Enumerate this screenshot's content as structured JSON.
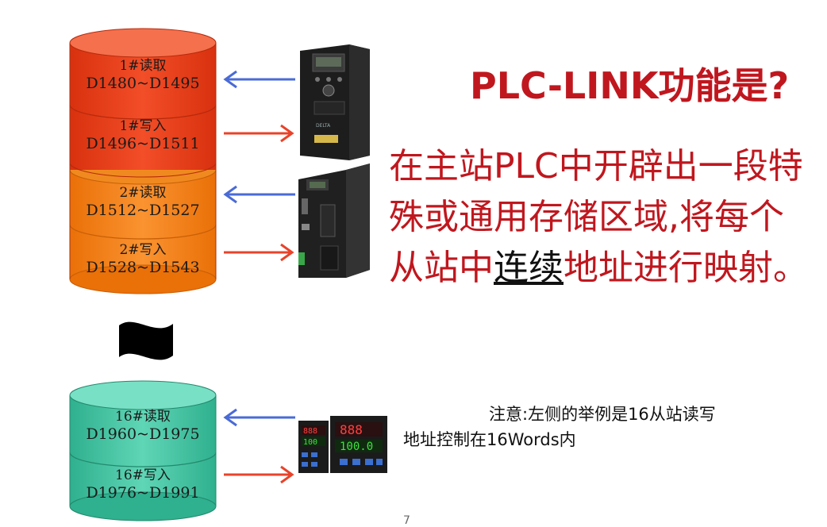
{
  "slide": {
    "title": "PLC-LINK功能是?",
    "description": {
      "part1": "在主站PLC中开辟出一段特殊或通用存储区域,将每个从站中",
      "emphasis": "连续",
      "part2": "地址进行映射。"
    },
    "note": {
      "line1": "注意:左侧的举例是16从站读写",
      "line2": "地址控制在16Words内"
    },
    "page_number": "7"
  },
  "stack_a": {
    "seg1": {
      "label": "1#读取",
      "range": "D1480~D1495"
    },
    "seg2": {
      "label": "1#写入",
      "range": "D1496~D1511"
    },
    "seg3": {
      "label": "2#读取",
      "range": "D1512~D1527"
    },
    "seg4": {
      "label": "2#写入",
      "range": "D1528~D1543"
    }
  },
  "stack_b": {
    "seg1": {
      "label": "16#读取",
      "range": "D1960~D1975"
    },
    "seg2": {
      "label": "16#写入",
      "range": "D1976~D1991"
    }
  },
  "colors": {
    "red": "#e8401c",
    "orange": "#f5800e",
    "teal": "#3fc3a0",
    "arrow_read": "#4a6bd6",
    "arrow_write": "#e8432a",
    "title_red": "#c0171e"
  },
  "devices": [
    "drive-icon",
    "servo-drive-icon",
    "temperature-controller-icon"
  ]
}
